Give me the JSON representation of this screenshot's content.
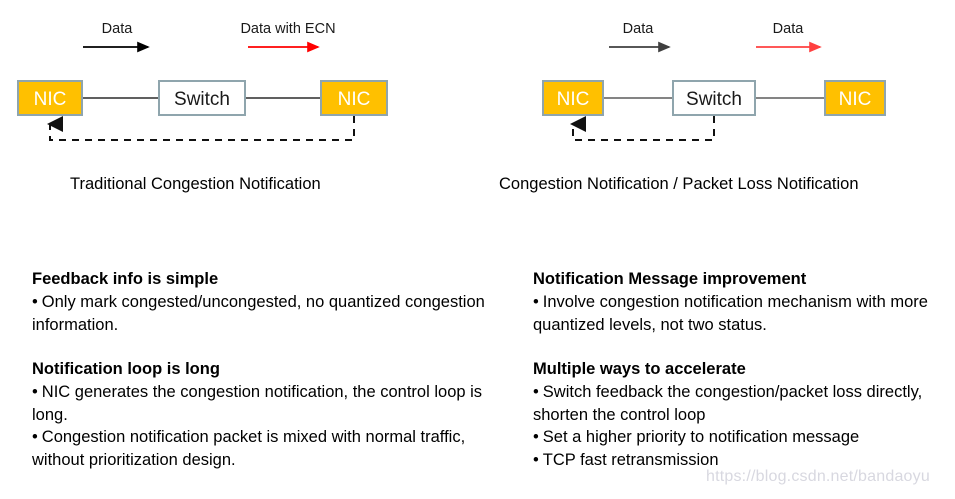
{
  "diagrams": [
    {
      "id": "traditional",
      "caption": "Traditional Congestion Notification",
      "nodes": [
        {
          "name": "nic-left",
          "label": "NIC",
          "type": "nic"
        },
        {
          "name": "switch",
          "label": "Switch",
          "type": "switch"
        },
        {
          "name": "nic-right",
          "label": "NIC",
          "type": "nic"
        }
      ],
      "flows": [
        {
          "name": "flow-data",
          "label": "Data",
          "color": "#000000"
        },
        {
          "name": "flow-data-ecn",
          "label": "Data with ECN",
          "color": "#ff0000"
        }
      ],
      "feedback": {
        "name": "feedback-path",
        "from": "nic-right",
        "to": "nic-left",
        "style": "dashed"
      }
    },
    {
      "id": "improved",
      "caption": "Congestion Notification / Packet Loss Notification",
      "nodes": [
        {
          "name": "nic-left",
          "label": "NIC",
          "type": "nic"
        },
        {
          "name": "switch",
          "label": "Switch",
          "type": "switch"
        },
        {
          "name": "nic-right",
          "label": "NIC",
          "type": "nic"
        }
      ],
      "flows": [
        {
          "name": "flow-data",
          "label": "Data",
          "color": "#3f3f3f"
        },
        {
          "name": "flow-data-red",
          "label": "Data",
          "color": "#ff4040"
        }
      ],
      "feedback": {
        "name": "feedback-path",
        "from": "switch",
        "to": "nic-left",
        "style": "dashed"
      }
    }
  ],
  "columns": {
    "left": {
      "blocks": [
        {
          "heading": "Feedback info is simple",
          "lines": [
            "Only mark congested/uncongested, no quantized congestion information."
          ]
        },
        {
          "heading": "Notification loop is long",
          "lines": [
            "NIC generates the congestion notification, the control loop is long.",
            "Congestion notification packet is mixed with normal traffic, without prioritization design."
          ]
        }
      ]
    },
    "right": {
      "blocks": [
        {
          "heading": "Notification Message improvement",
          "lines": [
            "Involve congestion notification mechanism with more quantized levels, not two status."
          ]
        },
        {
          "heading": "Multiple ways to accelerate",
          "lines": [
            "Switch feedback the congestion/packet loss directly, shorten the control loop",
            "Set a higher priority to notification message",
            "TCP fast retransmission"
          ]
        }
      ]
    }
  },
  "bullet_glyph": "•",
  "watermark": "https://blog.csdn.net/bandaoyu",
  "colors": {
    "nic_fill": "#FFC000",
    "nic_border": "#8FA5AD",
    "switch_fill": "#FFFFFF",
    "switch_border": "#8FA5AD",
    "link": "#000000",
    "accent_red": "#FF0000",
    "watermark": "#D8D8E0"
  }
}
